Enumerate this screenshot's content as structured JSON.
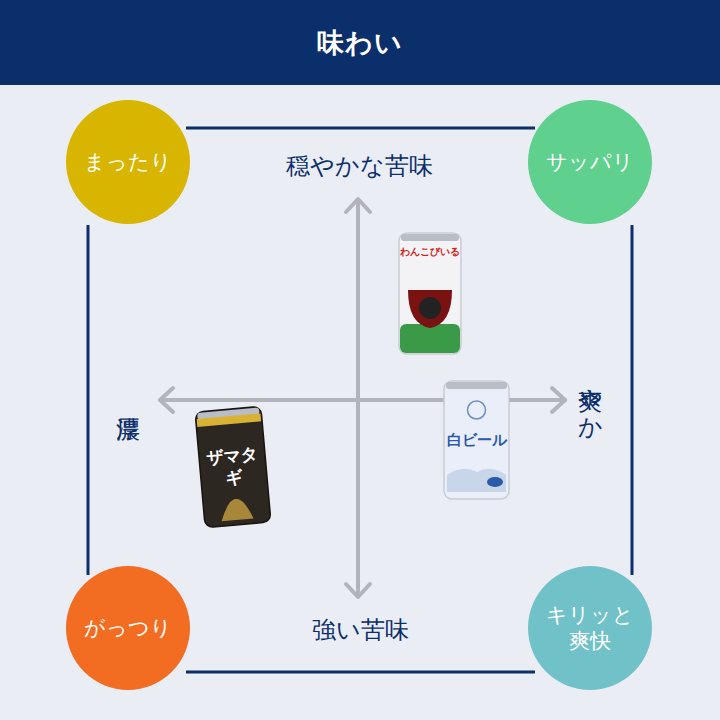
{
  "diagram": {
    "title": "味わい",
    "nodes": [
      {
        "text": [
          "まったり"
        ]
      },
      {
        "text": [
          "サッパリ"
        ]
      },
      {
        "text": [
          "わんこびいる"
        ]
      },
      {
        "text": [
          "白ビール"
        ]
      },
      {
        "text": [
          "ザマタギ"
        ]
      },
      {
        "text": [
          "がっつり"
        ]
      },
      {
        "text": [
          "キリッと 爽快"
        ]
      }
    ],
    "labels": [
      "穏やかな苦味",
      "濃厚",
      "爽やか",
      "強い苦味"
    ]
  }
}
